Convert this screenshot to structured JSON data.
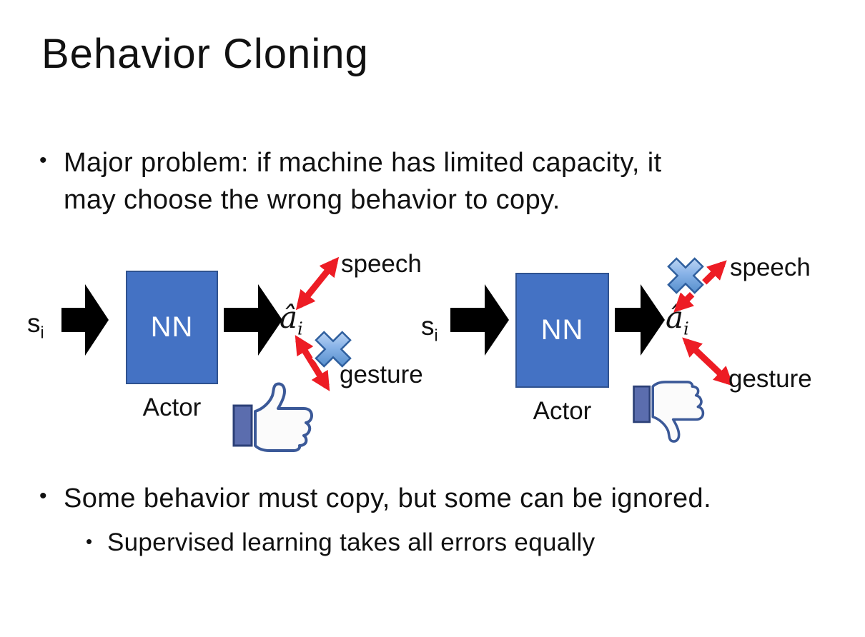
{
  "slide": {
    "title": "Behavior Cloning",
    "bullets": {
      "glyph": "•",
      "b1_line1": "Major problem: if machine has limited capacity, it",
      "b1_line2": "may choose the wrong behavior to copy.",
      "b2": "Some behavior must copy, but some can be ignored.",
      "b2_sub": "Supervised learning takes all errors equally"
    }
  },
  "diagrams": {
    "left": {
      "input": "s",
      "input_sub": "i",
      "nn_label": "NN",
      "actor_label": "Actor",
      "output": "â",
      "output_sub": "i",
      "speech_label": "speech",
      "gesture_label": "gesture",
      "crossed_out": "gesture",
      "feedback_icon": "thumbs-up-icon"
    },
    "right": {
      "input": "s",
      "input_sub": "i",
      "nn_label": "NN",
      "actor_label": "Actor",
      "output": "â",
      "output_sub": "i",
      "speech_label": "speech",
      "gesture_label": "gesture",
      "crossed_out": "speech",
      "feedback_icon": "thumbs-down-icon"
    }
  },
  "colors": {
    "nn_box_fill": "#4472c4",
    "nn_box_border": "#2f528f",
    "block_arrow": "#000000",
    "relation_arrow": "#ed1c24",
    "cross_blue": "#5b9bd5",
    "thumb_outline": "#3b5998",
    "thumb_cuff": "#5b6dae",
    "text": "#111111"
  }
}
